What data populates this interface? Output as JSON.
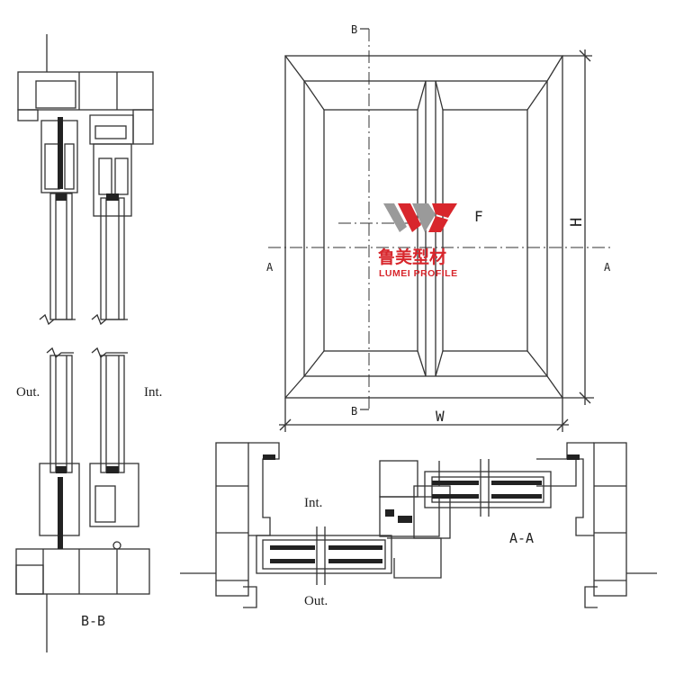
{
  "labels": {
    "out_left": "Out.",
    "int_left": "Int.",
    "section_bb": "B-B",
    "section_b_top": "B",
    "section_b_bottom": "B",
    "section_a_left": "A",
    "section_a_right": "A",
    "fixed_marker": "F",
    "height_marker": "H",
    "width_marker": "W",
    "int_bottom": "Int.",
    "out_bottom": "Out.",
    "section_aa": "A-A"
  },
  "logo": {
    "chinese": "鲁美型材",
    "english": "LUMEI PROFILE",
    "color": "#d8262c"
  },
  "colors": {
    "line": "#333333",
    "glass": "#222222"
  }
}
